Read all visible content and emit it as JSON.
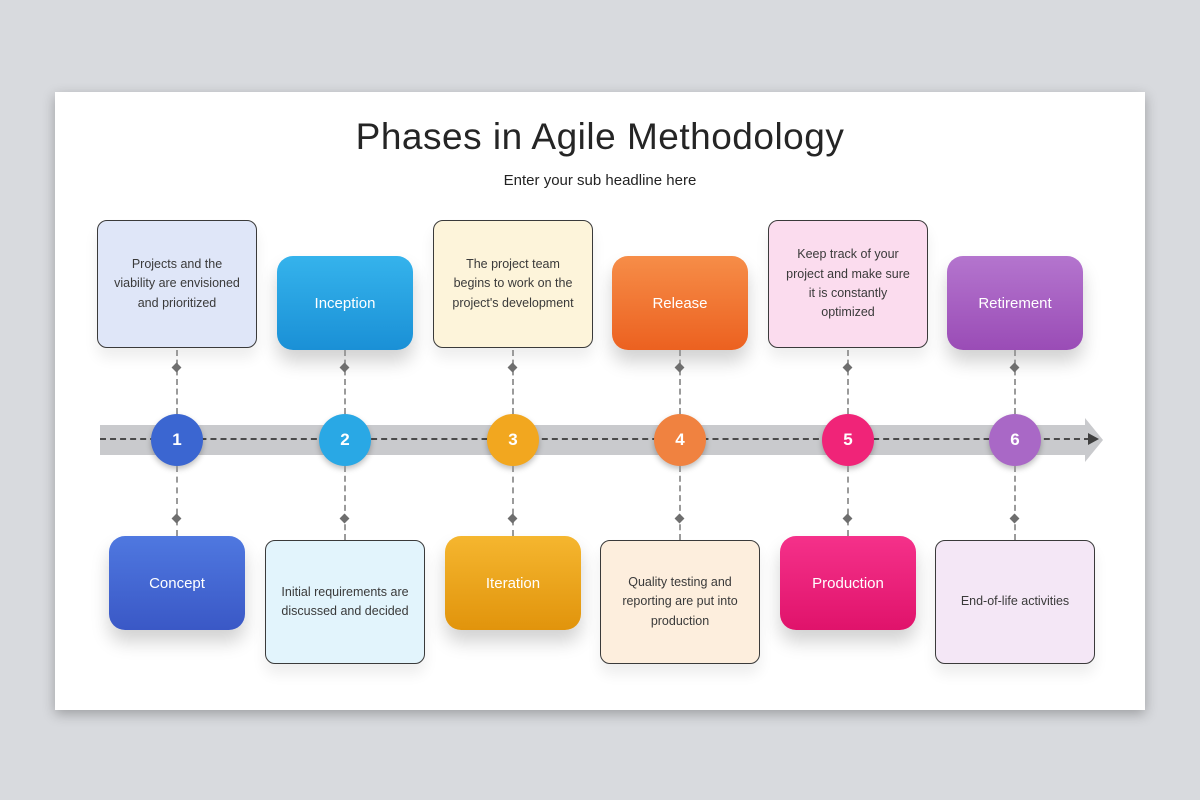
{
  "slide": {
    "title": "Phases in Agile Methodology",
    "subtitle": "Enter your sub headline here"
  },
  "phases": [
    {
      "number": "1",
      "accent": "#3b66d1",
      "top_text": "Projects and the viability are envisioned and prioritized",
      "bottom_label": "Concept"
    },
    {
      "number": "2",
      "accent": "#29a8e5",
      "top_label": "Inception",
      "bottom_text": "Initial requirements are discussed and decided"
    },
    {
      "number": "3",
      "accent": "#f2a71f",
      "top_text": "The project team begins to work on the project's development",
      "bottom_label": "Iteration"
    },
    {
      "number": "4",
      "accent": "#f08240",
      "top_label": "Release",
      "bottom_text": "Quality testing and reporting are put into production"
    },
    {
      "number": "5",
      "accent": "#f02478",
      "top_text": "Keep track of your project and make sure it is constantly optimized",
      "bottom_label": "Production"
    },
    {
      "number": "6",
      "accent": "#a968c6",
      "top_label": "Retirement",
      "bottom_text": "End-of-life activities"
    }
  ]
}
